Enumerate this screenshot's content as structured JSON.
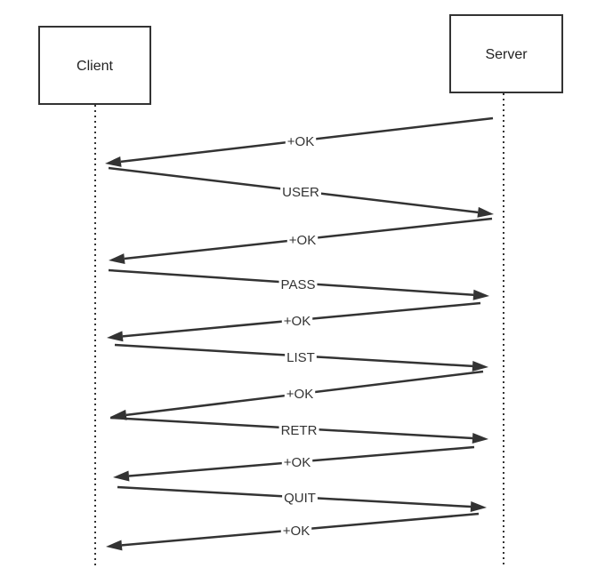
{
  "participants": {
    "client": "Client",
    "server": "Server"
  },
  "messages": [
    {
      "label": "+OK",
      "from": "server",
      "to": "client"
    },
    {
      "label": "USER",
      "from": "client",
      "to": "server"
    },
    {
      "label": "+OK",
      "from": "server",
      "to": "client"
    },
    {
      "label": "PASS",
      "from": "client",
      "to": "server"
    },
    {
      "label": "+OK",
      "from": "server",
      "to": "client"
    },
    {
      "label": "LIST",
      "from": "client",
      "to": "server"
    },
    {
      "label": "+OK",
      "from": "server",
      "to": "client"
    },
    {
      "label": "RETR",
      "from": "client",
      "to": "server"
    },
    {
      "label": "+OK",
      "from": "server",
      "to": "client"
    },
    {
      "label": "QUIT",
      "from": "client",
      "to": "server"
    },
    {
      "label": "+OK",
      "from": "server",
      "to": "client"
    }
  ],
  "colors": {
    "line": "#333333",
    "box_border": "#333333",
    "text": "#333333"
  }
}
